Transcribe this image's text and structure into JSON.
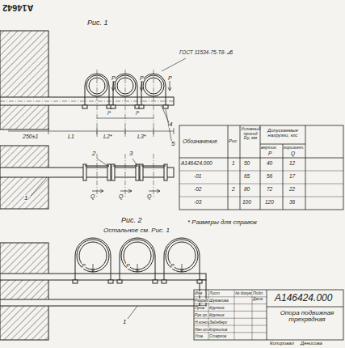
{
  "diagram": {
    "labels": [
      "А14642",
      "Рис. 1",
      "ГОСТ 11534-75-Т8-⊿5",
      "4",
      "5",
      "250±1",
      "L1",
      "L2*",
      "L3*",
      "l*",
      "l*",
      "P",
      "P",
      "P",
      "2",
      "3",
      "1",
      "Q",
      "Q",
      "Q",
      "Рис. 2",
      "Остальное см. Рис. 1",
      "P",
      "P",
      "P",
      "1",
      "* Размеры для справок",
      "Обозначение",
      "Рис",
      "Условный проход Dу, мм",
      "Допускаемые нагрузки, кгс",
      "вертик.",
      "горизонт.",
      "P",
      "Q",
      "А146424.000",
      "1",
      "50",
      "40",
      "12",
      "-01",
      "65",
      "56",
      "17",
      "-02",
      "2",
      "80",
      "72",
      "22",
      "-03",
      "100",
      "120",
      "36",
      "Изм",
      "Лист",
      "№ докум.",
      "Подп.",
      "Дата",
      "Разраб.",
      "Шумакова",
      "Пров.",
      "Крупник",
      "Рук.гр.",
      "Крупник",
      "Н.контр.",
      "Зайнберг",
      "Нач.отд.",
      "Корнилов",
      "Утв.",
      "Старков",
      "А146424.000",
      "Опора подвижная трехрядная",
      "Копировал",
      "Денисова"
    ]
  }
}
